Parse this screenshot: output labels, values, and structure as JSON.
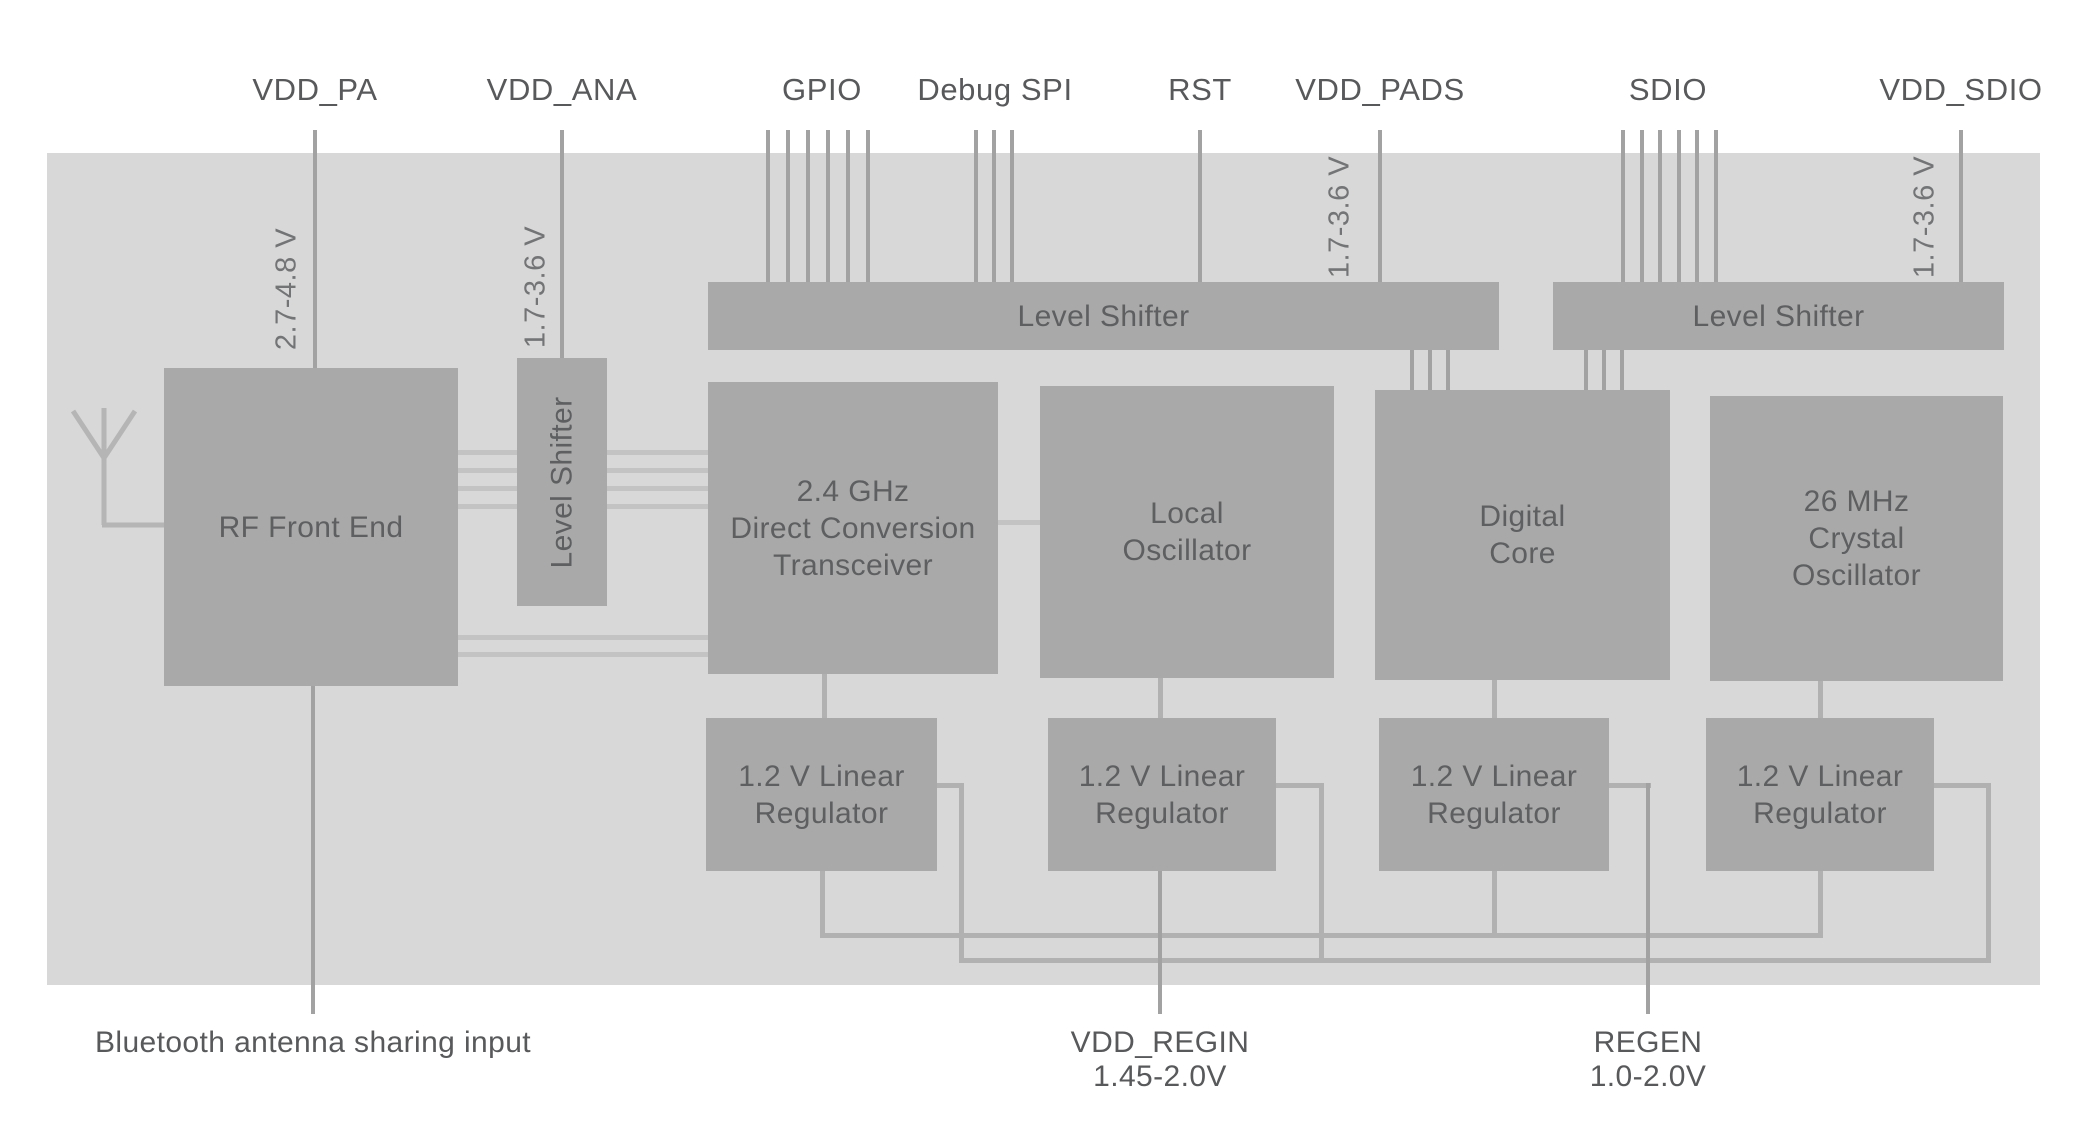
{
  "pins_top": [
    {
      "name": "VDD_PA",
      "voltage": "2.7-4.8 V"
    },
    {
      "name": "VDD_ANA",
      "voltage": "1.7-3.6 V"
    },
    {
      "name": "GPIO"
    },
    {
      "name": "Debug SPI"
    },
    {
      "name": "RST"
    },
    {
      "name": "VDD_PADS",
      "voltage": "1.7-3.6 V"
    },
    {
      "name": "SDIO"
    },
    {
      "name": "VDD_SDIO",
      "voltage": "1.7-3.6 V"
    }
  ],
  "blocks": {
    "rf_front_end": {
      "label": "RF Front End"
    },
    "level_shifter": {
      "label": "Level Shifter"
    },
    "transceiver": {
      "lines": [
        "2.4 GHz",
        "Direct Conversion",
        "Transceiver"
      ]
    },
    "local_oscillator": {
      "lines": [
        "Local",
        "Oscillator"
      ]
    },
    "digital_core": {
      "lines": [
        "Digital",
        "Core"
      ]
    },
    "crystal_oscillator": {
      "lines": [
        "26 MHz",
        "Crystal",
        "Oscillator"
      ]
    },
    "regulator": {
      "lines": [
        "1.2 V Linear",
        "Regulator"
      ]
    }
  },
  "pins_bottom": {
    "bluetooth_note": {
      "label": "Bluetooth antenna sharing input"
    },
    "vdd_regin": {
      "name": "VDD_REGIN",
      "range": "1.45-2.0V"
    },
    "regen": {
      "name": "REGEN",
      "range": "1.0-2.0V"
    }
  },
  "icons": {
    "antenna": "antenna-icon"
  },
  "colors": {
    "background": "#ffffff",
    "chip_body": "#d8d8d8",
    "block_fill": "#a9a9a9",
    "block_text": "#5e5f61",
    "pin_label_text": "#58595b",
    "voltage_text": "#737476",
    "pin_line": "#a2a2a2",
    "bus_line": "#b1b1b1",
    "rf_connector_line": "#c3c3c3",
    "antenna_line": "#b5b5b5"
  }
}
